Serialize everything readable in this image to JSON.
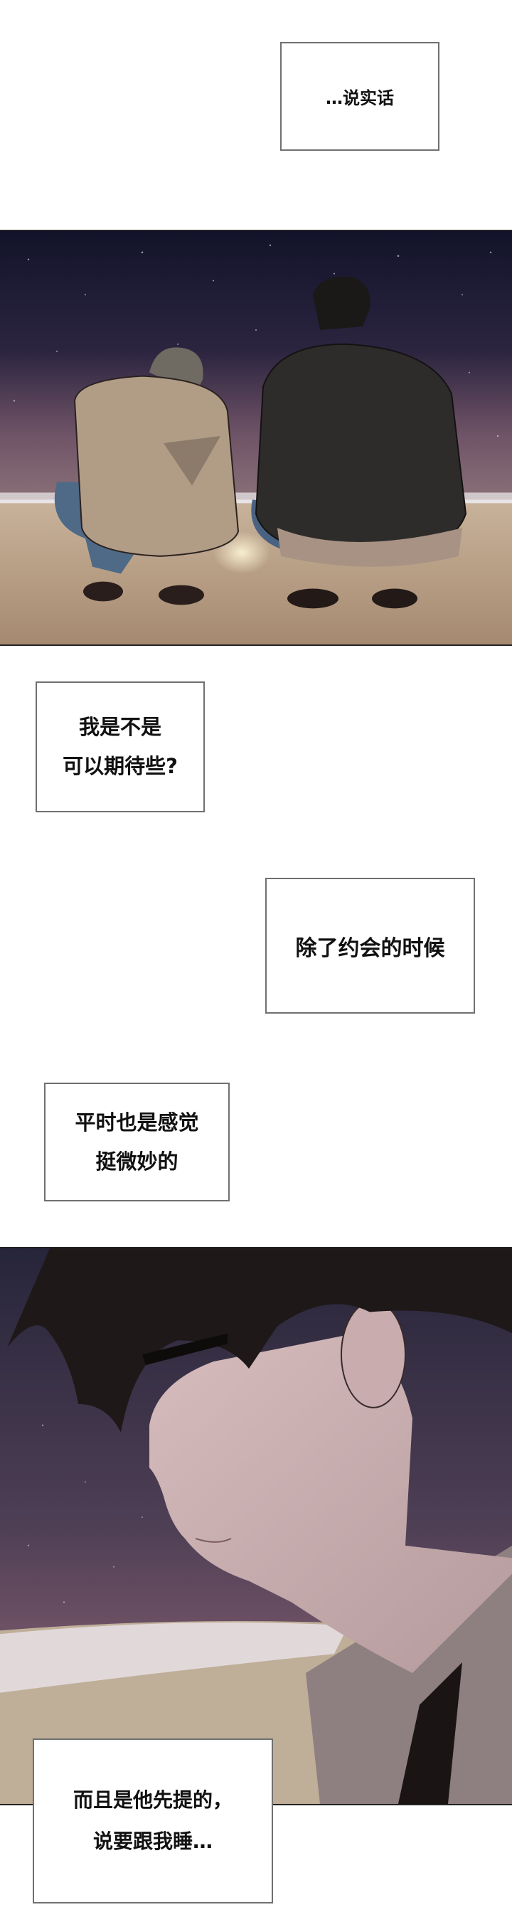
{
  "captions": [
    {
      "lines": [
        "…说实话"
      ]
    },
    {
      "lines": [
        "我是不是",
        "可以期待些?"
      ]
    },
    {
      "lines": [
        "除了约会的时候"
      ]
    },
    {
      "lines": [
        "平时也是感觉",
        "挺微妙的"
      ]
    },
    {
      "lines": [
        "而且是他先提的，",
        "说要跟我睡…"
      ]
    }
  ],
  "colors": {
    "sky_top": "#14152a",
    "sky_horizon": "#6e5266",
    "sand": "#b59a80",
    "caption_border": "#707070"
  }
}
